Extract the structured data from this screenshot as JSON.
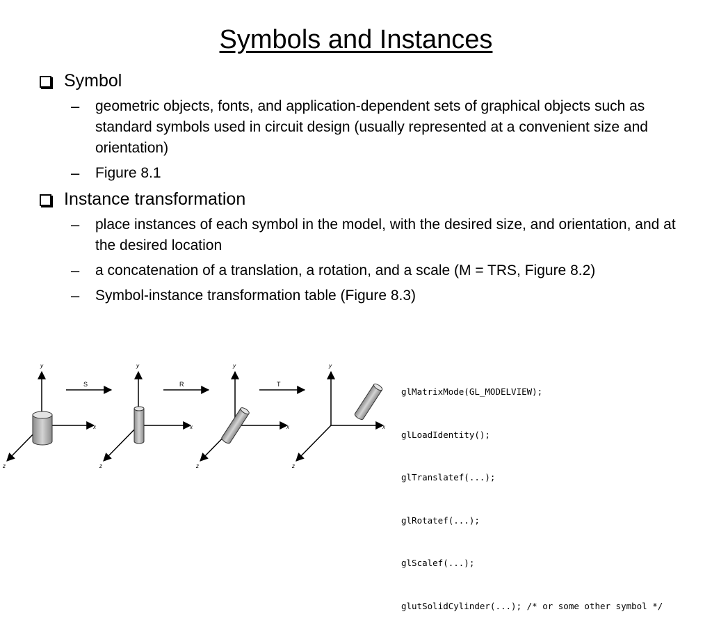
{
  "title": "Symbols and Instances",
  "bullets": [
    {
      "label": "Symbol",
      "subs": [
        "geometric objects, fonts, and application-dependent sets of graphical objects such as standard symbols used in circuit design (usually represented at a convenient size and orientation)",
        "Figure 8.1"
      ]
    },
    {
      "label": "Instance transformation",
      "subs": [
        "place instances of each symbol in the model, with the desired size, and orientation, and at the desired location",
        "a concatenation of a translation, a rotation, and a scale (M = TRS, Figure 8.2)",
        "Symbol-instance transformation table (Figure 8.3)"
      ]
    }
  ],
  "dash_glyph": "–",
  "figure": {
    "axis_labels": {
      "x": "x",
      "y": "y",
      "z": "z"
    },
    "steps": [
      "S",
      "R",
      "T"
    ]
  },
  "code_lines": [
    "glMatrixMode(GL_MODELVIEW);",
    "glLoadIdentity();",
    "glTranslatef(...);",
    "glRotatef(...);",
    "glScalef(...);",
    "glutSolidCylinder(...); /* or some other symbol */"
  ]
}
